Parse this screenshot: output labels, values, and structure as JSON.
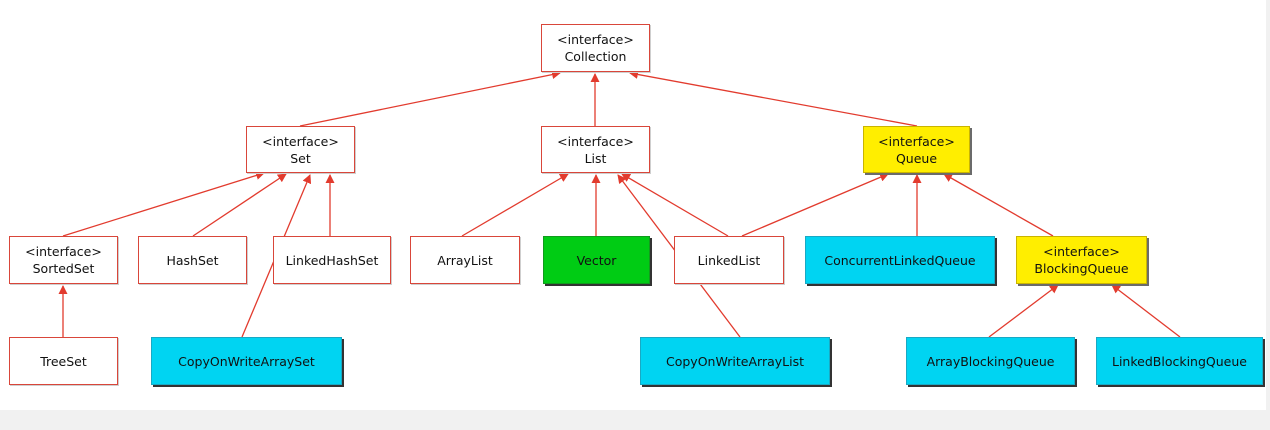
{
  "colors": {
    "edge": "#e23b2e",
    "white": "#ffffff",
    "yellow": "#ffee00",
    "cyan": "#00d4f2",
    "green": "#00cc14"
  },
  "nodes": {
    "collection": {
      "stereotype": "<interface>",
      "name": "Collection"
    },
    "set": {
      "stereotype": "<interface>",
      "name": "Set"
    },
    "list": {
      "stereotype": "<interface>",
      "name": "List"
    },
    "queue": {
      "stereotype": "<interface>",
      "name": "Queue"
    },
    "sortedset": {
      "stereotype": "<interface>",
      "name": "SortedSet"
    },
    "hashset": {
      "name": "HashSet"
    },
    "linkedhashset": {
      "name": "LinkedHashSet"
    },
    "arraylist": {
      "name": "ArrayList"
    },
    "vector": {
      "name": "Vector"
    },
    "linkedlist": {
      "name": "LinkedList"
    },
    "concurrentlinkedqueue": {
      "name": "ConcurrentLinkedQueue"
    },
    "blockingqueue": {
      "stereotype": "<interface>",
      "name": "BlockingQueue"
    },
    "treeset": {
      "name": "TreeSet"
    },
    "copyonwritearrayset": {
      "name": "CopyOnWriteArraySet"
    },
    "copyonwritearraylist": {
      "name": "CopyOnWriteArrayList"
    },
    "arrayblockingqueue": {
      "name": "ArrayBlockingQueue"
    },
    "linkedblockingqueue": {
      "name": "LinkedBlockingQueue"
    }
  }
}
